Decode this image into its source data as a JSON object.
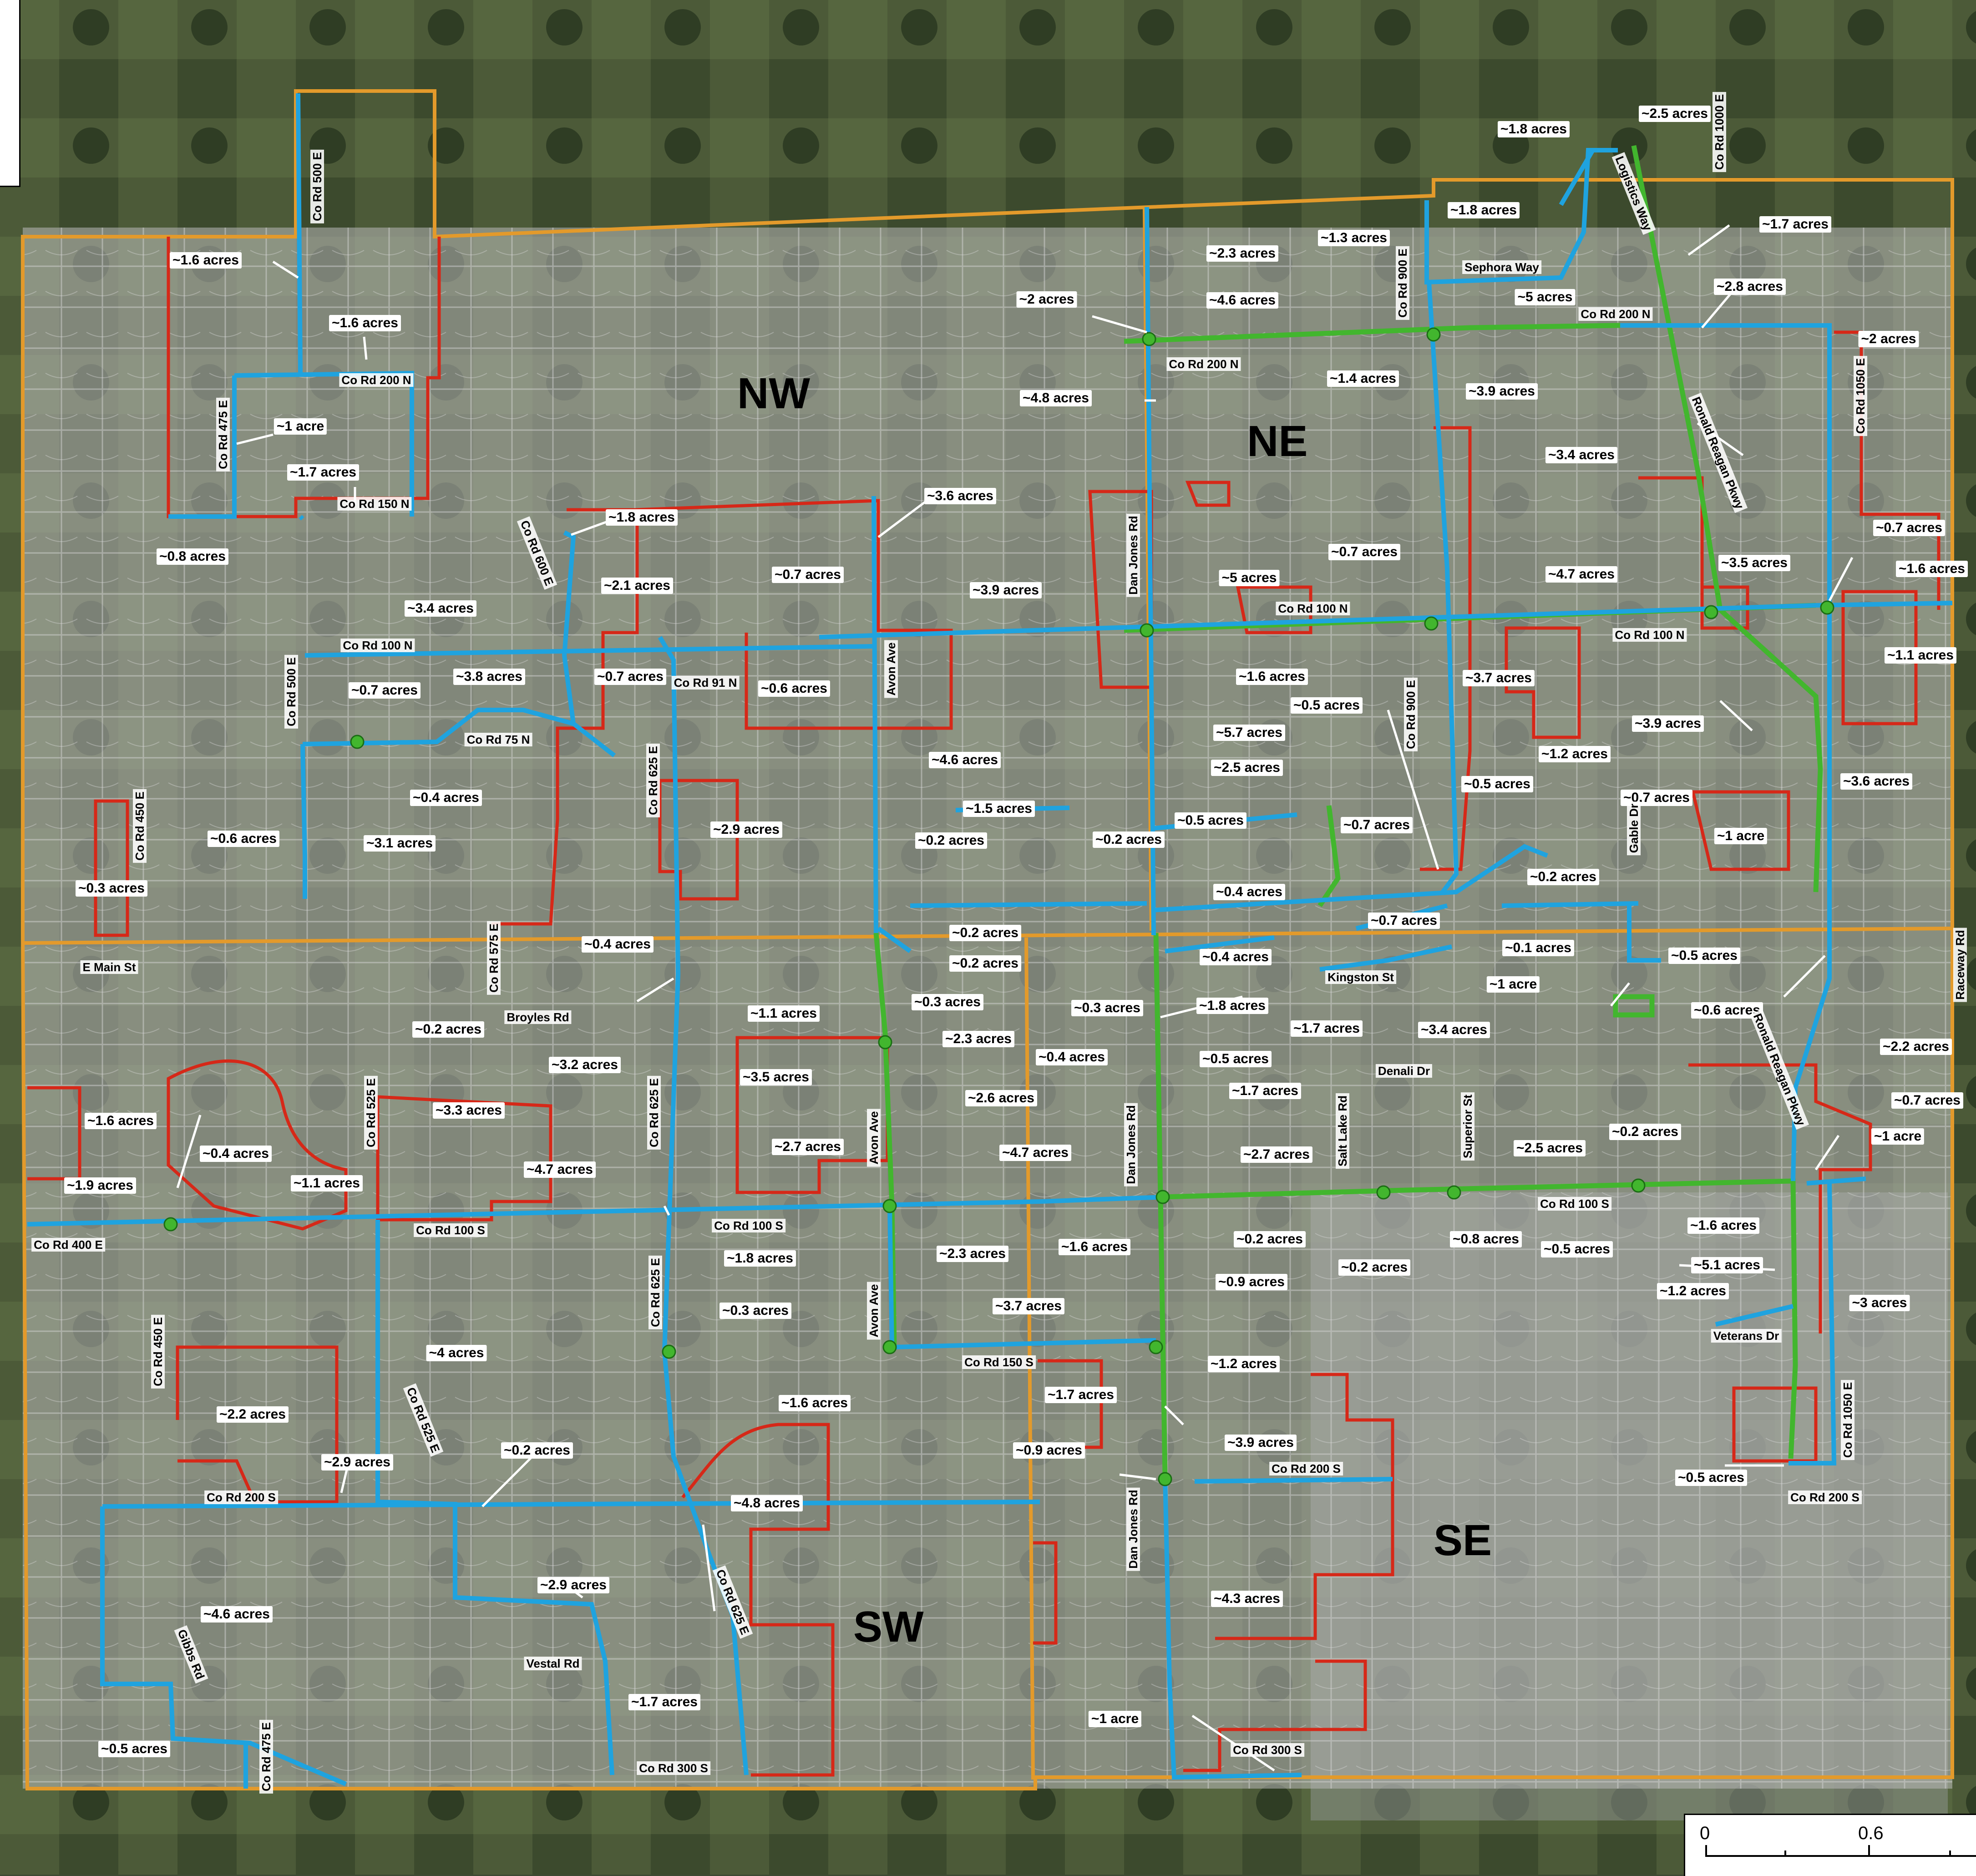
{
  "colors": {
    "quadrant_border": "#e39a2b",
    "boundary_red": "#d62818",
    "path_blue": "#1fa3df",
    "path_green": "#42b62e",
    "overlay_gray": "#b8b8b8"
  },
  "quadrants": [
    "NW",
    "NE",
    "SW",
    "SE"
  ],
  "callouts": [
    "~1.6 acres",
    "~1.6 acres",
    "~1 acre",
    "~1.7 acres",
    "~0.8 acres",
    "~1.8 acres",
    "~3.6 acres",
    "~2.1 acres",
    "~0.7 acres",
    "~3.4 acres",
    "~3.9 acres",
    "~0.7 acres",
    "~3.8 acres",
    "~0.7 acres",
    "~0.6 acres",
    "~0.4 acres",
    "~3.1 acres",
    "~0.6 acres",
    "~0.3 acres",
    "~2.9 acres",
    "~4.6 acres",
    "~1.5 acres",
    "~0.2 acres",
    "~0.2 acres",
    "~1.8 acres",
    "~2.5 acres",
    "~1.8 acres",
    "~1.3 acres",
    "~1.7 acres",
    "~2.3 acres",
    "~2 acres",
    "~4.6 acres",
    "~5 acres",
    "~2.8 acres",
    "~2 acres",
    "~1.4 acres",
    "~3.9 acres",
    "~4.8 acres",
    "~3.4 acres",
    "~0.7 acres",
    "~0.7 acres",
    "~5 acres",
    "~4.7 acres",
    "~3.5 acres",
    "~1.6 acres",
    "~1.1 acres",
    "~1.6 acres",
    "~3.7 acres",
    "~0.5 acres",
    "~3.9 acres",
    "~5.7 acres",
    "~2.5 acres",
    "~1.2 acres",
    "~0.5 acres",
    "~0.7 acres",
    "~3.6 acres",
    "~0.5 acres",
    "~0.7 acres",
    "~1 acre",
    "~0.4 acres",
    "~0.2 acres",
    "~0.7 acres",
    "~0.1 acres",
    "~0.5 acres",
    "~0.4 acres",
    "~0.2 acres",
    "~0.2 acres",
    "~0.3 acres",
    "~0.3 acres",
    "~0.4 acres",
    "~1 acre",
    "~1.1 acres",
    "~1.8 acres",
    "~1.7 acres",
    "~3.4 acres",
    "~0.6 acres",
    "~2.3 acres",
    "~0.4 acres",
    "~0.5 acres",
    "~2.2 acres",
    "~0.2 acres",
    "~3.2 acres",
    "~3.5 acres",
    "~2.6 acres",
    "~1.7 acres",
    "~0.7 acres",
    "~1.6 acres",
    "~3.3 acres",
    "~2.7 acres",
    "~4.7 acres",
    "~2.7 acres",
    "~2.5 acres",
    "~0.2 acres",
    "~1 acre",
    "~0.4 acres",
    "~1.1 acres",
    "~4.7 acres",
    "~1.9 acres",
    "~1.8 acres",
    "~2.3 acres",
    "~1.6 acres",
    "~0.2 acres",
    "~0.2 acres",
    "~0.8 acres",
    "~0.5 acres",
    "~1.6 acres",
    "~0.9 acres",
    "~5.1 acres",
    "~1.2 acres",
    "~3 acres",
    "~0.3 acres",
    "~3.7 acres",
    "~4 acres",
    "~1.6 acres",
    "~1.7 acres",
    "~1.2 acres",
    "~2.2 acres",
    "~0.2 acres",
    "~2.9 acres",
    "~0.9 acres",
    "~3.9 acres",
    "~0.5 acres",
    "~4.8 acres",
    "~2.9 acres",
    "~4.3 acres",
    "~4.6 acres",
    "~1.7 acres",
    "~1 acre",
    "~0.5 acres"
  ],
  "roads": [
    "Co Rd 500 E",
    "Co Rd 200 N",
    "Co Rd 475 E",
    "Co Rd 150 N",
    "Co Rd 600 E",
    "Co Rd 100 N",
    "Co Rd 500 E",
    "Co Rd 75 N",
    "Co Rd 91 N",
    "Co Rd 625 E",
    "Avon Ave",
    "Co Rd 450 E",
    "E Main St",
    "Logistics Way",
    "Sephora Way",
    "Co Rd 900 E",
    "Co Rd 200 N",
    "Co Rd 1000 E",
    "Co Rd 200 N",
    "Co Rd 1050 E",
    "Ronald Reagan Pkwy",
    "Dan Jones Rd",
    "Co Rd 100 N",
    "Co Rd 100 N",
    "Co Rd 900 E",
    "Gable Dr",
    "Kingston St",
    "Raceway Rd",
    "Co Rd 575 E",
    "Broyles Rd",
    "Co Rd 625 E",
    "Avon Ave",
    "Dan Jones Rd",
    "Denali Dr",
    "Salt Lake Rd",
    "Superior St",
    "Ronald Reagan Pkwy",
    "Co Rd 525 E",
    "Co Rd 100 S",
    "Co Rd 100 S",
    "Co Rd 100 S",
    "Co Rd 400 E",
    "Co Rd 450 E",
    "Co Rd 625 E",
    "Avon Ave",
    "Co Rd 150 S",
    "Veterans Dr",
    "Co Rd 1050 E",
    "Co Rd 525 E",
    "Co Rd 200 S",
    "Co Rd 200 S",
    "Co Rd 200 S",
    "Dan Jones Rd",
    "Vestal Rd",
    "Co Rd 625 E",
    "Gibbs Rd",
    "Co Rd 475 E",
    "Co Rd 300 S",
    "Co Rd 300 S"
  ],
  "scale": {
    "ticks": [
      "0",
      "0.6"
    ]
  }
}
